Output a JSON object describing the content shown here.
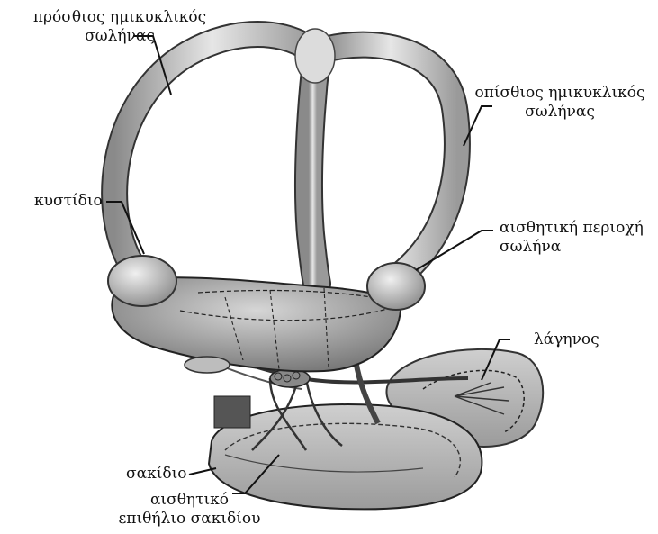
{
  "labels": {
    "anterior_canal": {
      "line1": "πρόσθιος ημικυκλικός",
      "line2": "σωλήνας"
    },
    "posterior_canal": {
      "line1": "οπίσθιος ημικυκλικός",
      "line2": "σωλήνας"
    },
    "utricle": "κυστίδιο",
    "sensory_region": {
      "line1": "αισθητική περιοχή",
      "line2": "σωλήνα"
    },
    "lagena": "λάγηνος",
    "saccule": "σακίδιο",
    "saccule_epithelium": {
      "line1": "αισθητικό",
      "line2": "επιθήλιο σακιδίου"
    }
  },
  "colors": {
    "ink": "#111111",
    "tissue_light": "#d9d9d9",
    "tissue_mid": "#a8a8a8",
    "tissue_dark": "#555555",
    "background": "#ffffff"
  }
}
